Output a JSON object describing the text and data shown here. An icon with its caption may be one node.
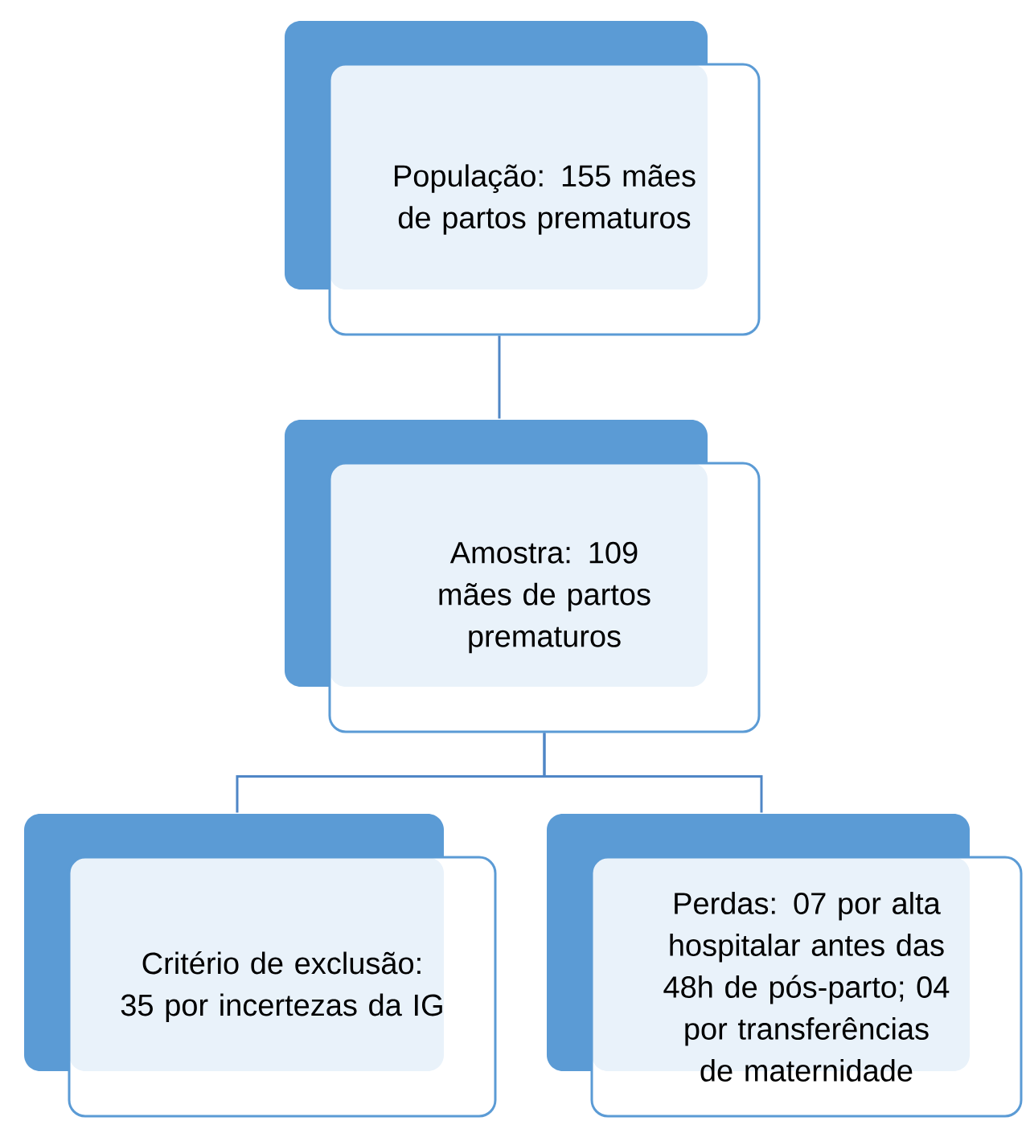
{
  "diagram": {
    "nodes": [
      {
        "text": [
          "População: 155 mães de partos prematuros"
        ]
      },
      {
        "text": [
          "Amostra: 109 mães de partos prematuros"
        ]
      },
      {
        "text": [
          "Critério de exclusão: 35 por incertezas da IG"
        ]
      },
      {
        "text": [
          "Perdas: 07 por alta hospitalar antes das 48h de pós-parto; 04 por transferências de maternidade"
        ]
      }
    ],
    "edges": [
      {
        "from": 0,
        "to": 1,
        "arrow": "none"
      },
      {
        "from": 1,
        "to": 2,
        "arrow": "none"
      },
      {
        "from": 1,
        "to": 3,
        "arrow": "none"
      }
    ]
  }
}
